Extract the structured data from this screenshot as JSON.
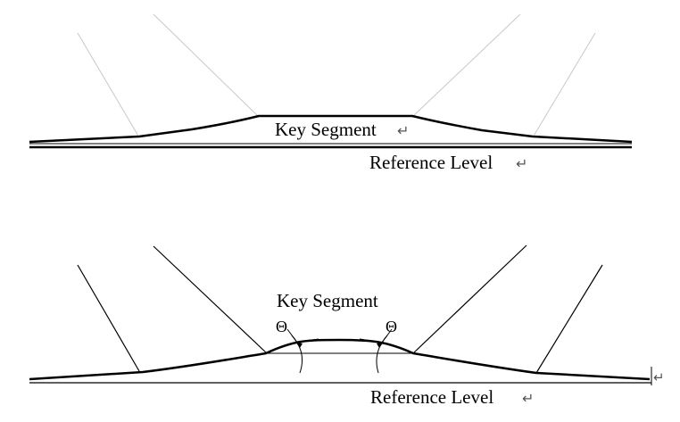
{
  "colors": {
    "line": "#000000",
    "guide": "#c8c8c8",
    "background": "#ffffff"
  },
  "top_panel": {
    "key_segment_label": "Key Segment",
    "key_segment_mark": "↵",
    "reference_level_label": "Reference Level",
    "reference_level_mark": "↵"
  },
  "bottom_panel": {
    "key_segment_label": "Key Segment",
    "angle_left_label": "Θ",
    "angle_right_label": "Θ",
    "reference_level_label": "Reference Level",
    "reference_level_mark": "↵",
    "edge_mark": "↵"
  }
}
